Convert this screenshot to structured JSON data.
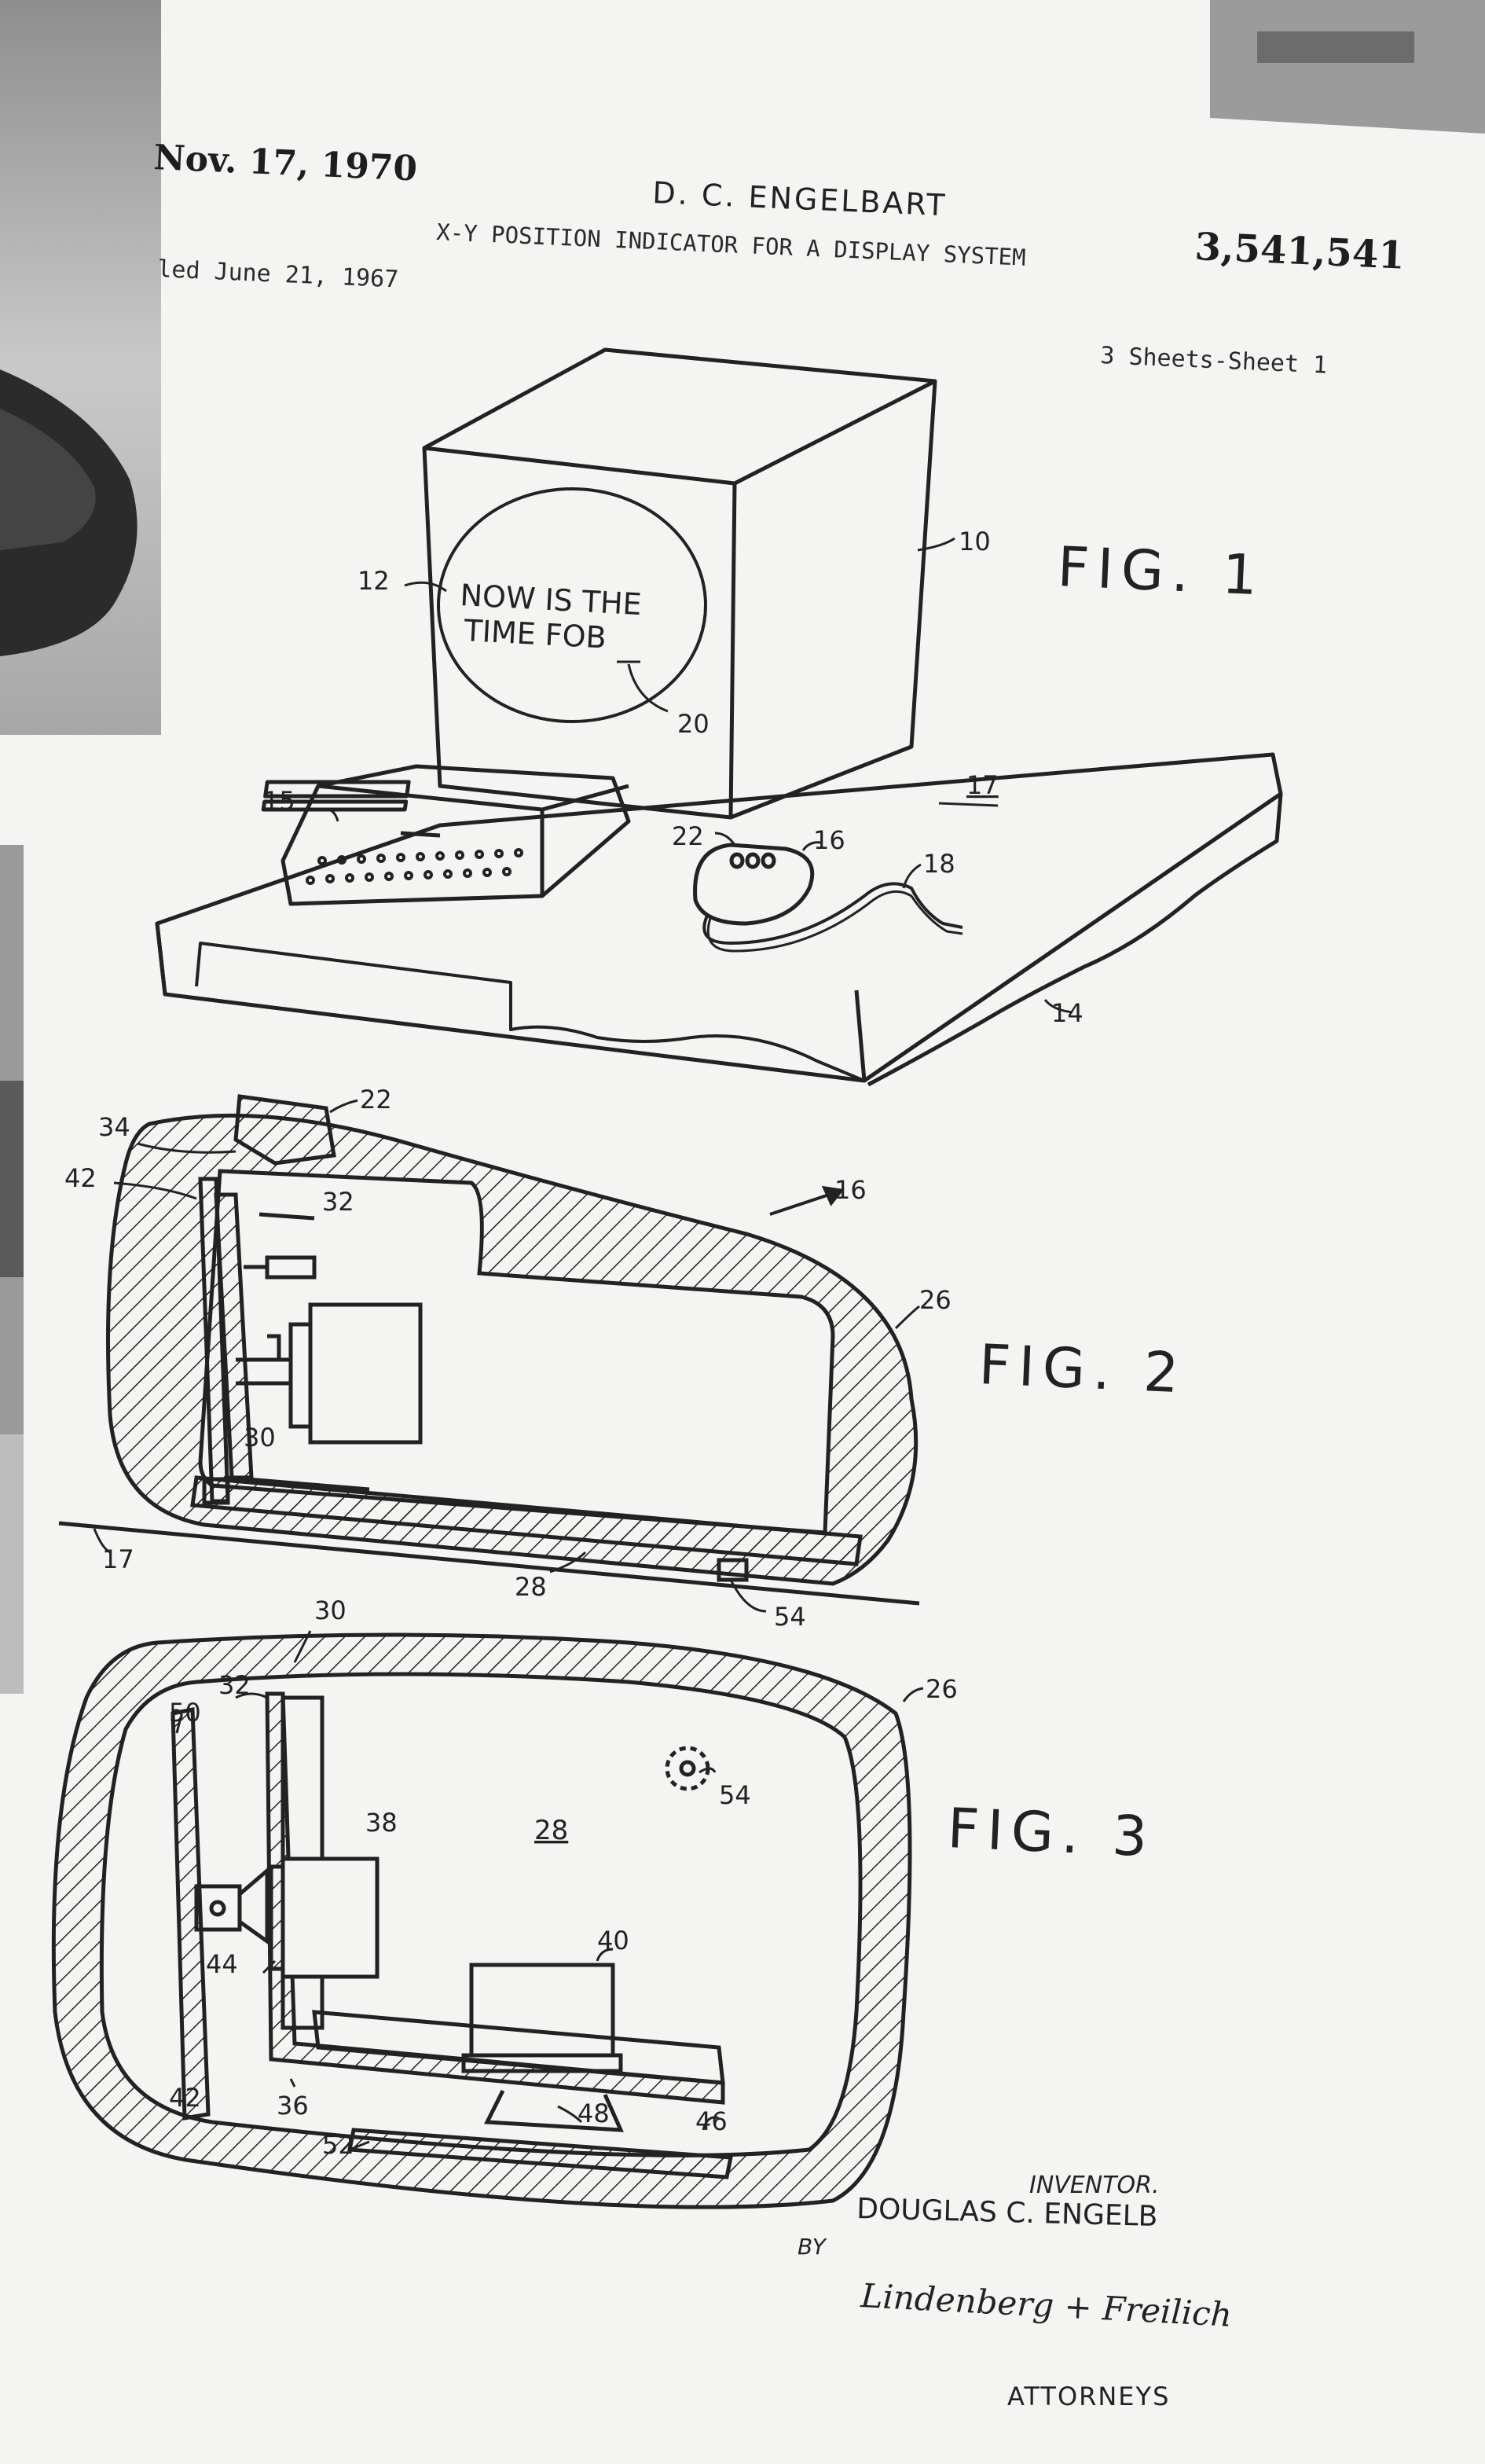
{
  "patent": {
    "issue_date": "Nov. 17, 1970",
    "inventor_header": "D. C. ENGELBART",
    "patent_number": "3,541,541",
    "title": "X-Y POSITION INDICATOR FOR A DISPLAY SYSTEM",
    "filed": "led June 21, 1967",
    "sheet_info": "3 Sheets-Sheet 1"
  },
  "figures": {
    "fig1": {
      "label": "FIG. 1",
      "screen_text_line1": "NOW IS THE",
      "screen_text_line2": "TIME FOB",
      "refs": [
        "10",
        "12",
        "14",
        "15",
        "16",
        "17",
        "18",
        "20",
        "22"
      ]
    },
    "fig2": {
      "label": "FIG. 2",
      "refs": [
        "16",
        "17",
        "22",
        "26",
        "28",
        "30",
        "32",
        "34",
        "42",
        "54"
      ]
    },
    "fig3": {
      "label": "FIG. 3",
      "refs": [
        "26",
        "28",
        "30",
        "32",
        "36",
        "38",
        "40",
        "42",
        "44",
        "46",
        "48",
        "50",
        "52",
        "54"
      ]
    }
  },
  "signature_block": {
    "inventor_label": "INVENTOR.",
    "inventor_name": "DOUGLAS C. ENGELB",
    "by_label": "BY",
    "signature": "Lindenberg + Freilich",
    "attorneys_label": "ATTORNEYS"
  },
  "colors": {
    "paper": "#f4f4f2",
    "ink": "#222222",
    "photo_dark": "#2b2b2b",
    "photo_light": "#cfcfcf"
  }
}
